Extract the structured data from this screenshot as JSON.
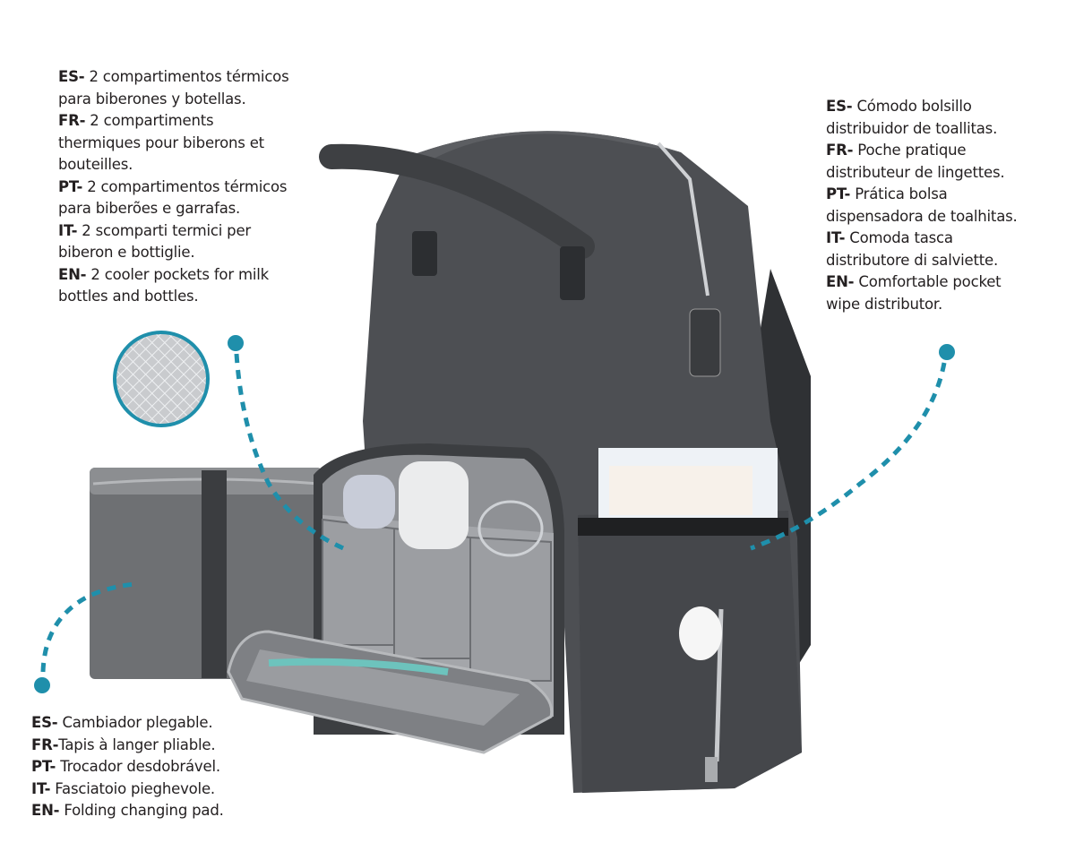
{
  "colors": {
    "accent": "#1f8fab",
    "bag": "#4a4c50",
    "bag_dark": "#35373a",
    "lining": "#9a9ca0",
    "pad": "#6b6d70"
  },
  "callouts": {
    "cooler_pockets": {
      "lines": [
        {
          "code": "ES-",
          "text": " 2 compartimentos térmicos"
        },
        {
          "code": "",
          "text": "para biberones y botellas."
        },
        {
          "code": "FR-",
          "text": " 2 compartiments"
        },
        {
          "code": "",
          "text": "thermiques pour biberons et"
        },
        {
          "code": "",
          "text": "bouteilles."
        },
        {
          "code": "PT-",
          "text": " 2 compartimentos térmicos"
        },
        {
          "code": "",
          "text": "para biberões e garrafas."
        },
        {
          "code": "IT-",
          "text": " 2 scomparti termici per"
        },
        {
          "code": "",
          "text": "biberon e bottiglie."
        },
        {
          "code": "EN-",
          "text": " 2 cooler pockets for milk"
        },
        {
          "code": "",
          "text": "bottles and bottles."
        }
      ]
    },
    "wipe_pocket": {
      "lines": [
        {
          "code": "ES-",
          "text": " Cómodo bolsillo"
        },
        {
          "code": "",
          "text": "distribuidor de toallitas."
        },
        {
          "code": "FR-",
          "text": " Poche pratique"
        },
        {
          "code": "",
          "text": "distributeur de lingettes."
        },
        {
          "code": "PT-",
          "text": " Prática bolsa"
        },
        {
          "code": "",
          "text": "dispensadora de toalhitas."
        },
        {
          "code": "IT-",
          "text": " Comoda tasca"
        },
        {
          "code": "",
          "text": "distributore di salviette."
        },
        {
          "code": "EN-",
          "text": " Comfortable pocket"
        },
        {
          "code": "",
          "text": "wipe distributor."
        }
      ]
    },
    "changing_pad": {
      "lines": [
        {
          "code": "ES-",
          "text": " Cambiador plegable."
        },
        {
          "code": "FR-",
          "text": "Tapis à langer pliable."
        },
        {
          "code": "PT-",
          "text": " Trocador desdobrável."
        },
        {
          "code": "IT-",
          "text": " Fasciatoio pieghevole."
        },
        {
          "code": "EN-",
          "text": " Folding changing pad."
        }
      ]
    }
  }
}
